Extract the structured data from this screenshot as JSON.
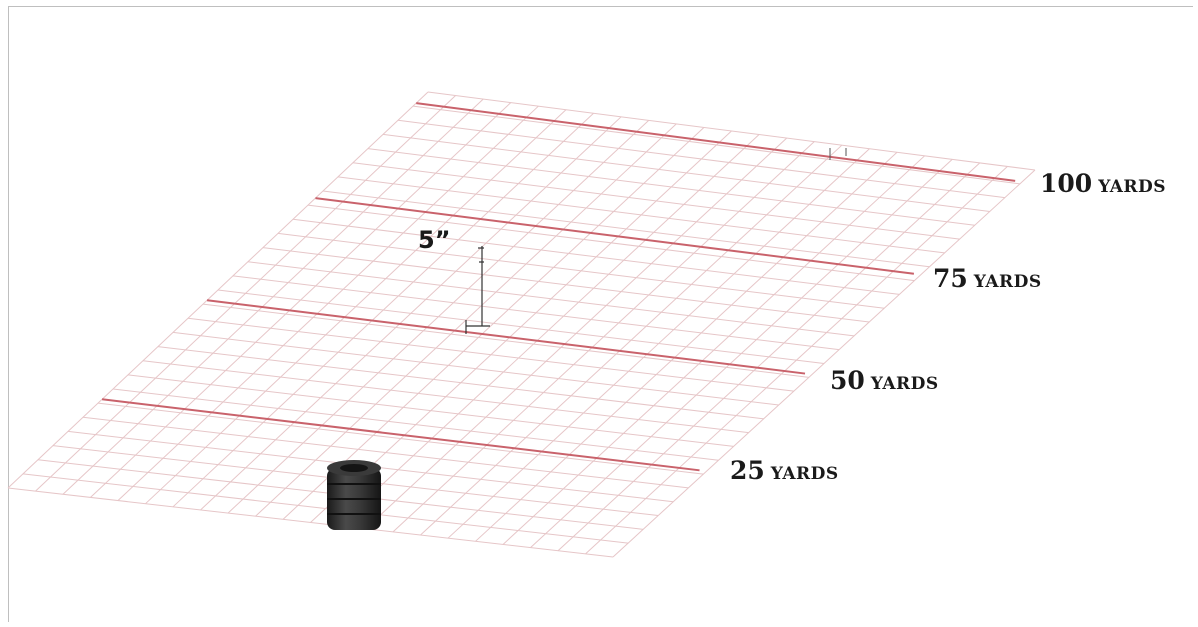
{
  "measure_label": "5”",
  "distance_lines": [
    {
      "number": "25",
      "unit": "YARDS"
    },
    {
      "number": "50",
      "unit": "YARDS"
    },
    {
      "number": "75",
      "unit": "YARDS"
    },
    {
      "number": "100",
      "unit": "YARDS"
    }
  ],
  "colors": {
    "grid": "#e6c6c8",
    "distance_line": "#c9626b",
    "tire": "#2b2b2b",
    "marker": "#333333"
  },
  "icons": {
    "tire_stack": "tire-stack-icon"
  }
}
